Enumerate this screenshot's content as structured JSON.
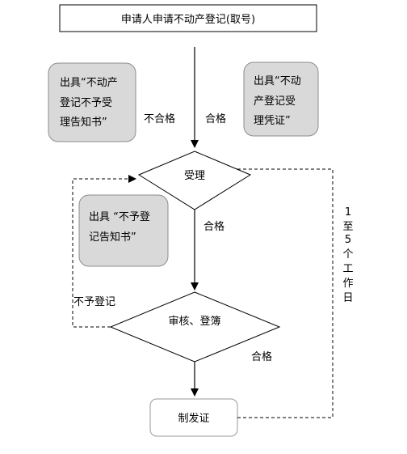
{
  "title_box": "申请人申请不动产登记(取号)",
  "notes": {
    "rejection_notice": [
      "出具“不动产",
      "登记不予受",
      "理告知书”"
    ],
    "acceptance_voucher": [
      "出具“不动",
      "产登记受",
      "理凭证”"
    ],
    "refusal_notice": [
      "出具 “不予登",
      "记告知书”"
    ]
  },
  "steps": {
    "accept": "受理",
    "review": "审核、登簿",
    "issue": "制发证"
  },
  "edge_labels": {
    "unqualified": "不合格",
    "qualified_top": "合格",
    "qualified_mid": "合格",
    "qualified_bottom": "合格",
    "refuse_registration": "不予登记"
  },
  "timeline_vertical": [
    "1",
    "至",
    "5",
    "个",
    "工",
    "作",
    "日"
  ],
  "colors": {
    "note_fill": "#d9d9d9",
    "note_stroke": "#8c8c8c",
    "line": "#000000",
    "final_box_stroke": "#9a9a9a"
  }
}
